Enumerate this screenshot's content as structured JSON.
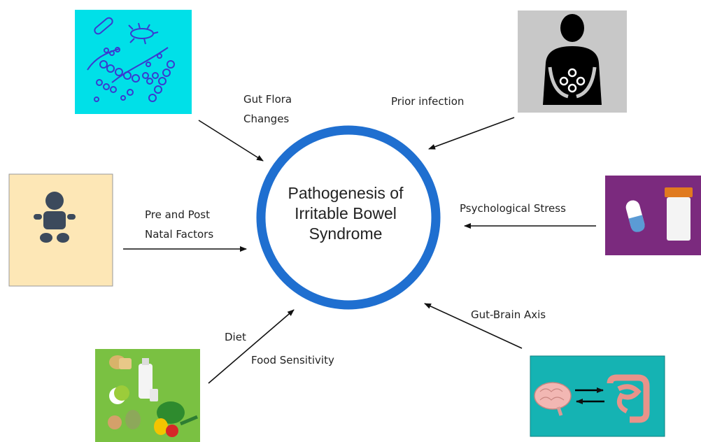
{
  "center": {
    "line1": "Pathogenesis of",
    "line2": "Irritable Bowel",
    "line3": "Syndrome",
    "ring_color": "#1f6fd0"
  },
  "factors": {
    "gut_flora": {
      "line1": "Gut Flora",
      "line2": "Changes",
      "icon": "bacteria-icon",
      "bg": "#00e0e8"
    },
    "prior_infection": {
      "label": "Prior infection",
      "icon": "abdominal-pain-icon",
      "bg": "#c8c8c8"
    },
    "natal": {
      "line1": "Pre and Post",
      "line2": "Natal Factors",
      "icon": "baby-icon",
      "bg": "#fde7b6"
    },
    "stress": {
      "label": "Psychological Stress",
      "icon": "medication-icon",
      "bg": "#7b2a7e"
    },
    "diet": {
      "label1": "Diet",
      "label2": "Food Sensitivity",
      "icon": "food-icon",
      "bg": "#7ac142"
    },
    "gut_brain": {
      "label": "Gut-Brain Axis",
      "icon": "brain-gut-icon",
      "bg": "#15b3b3"
    }
  }
}
